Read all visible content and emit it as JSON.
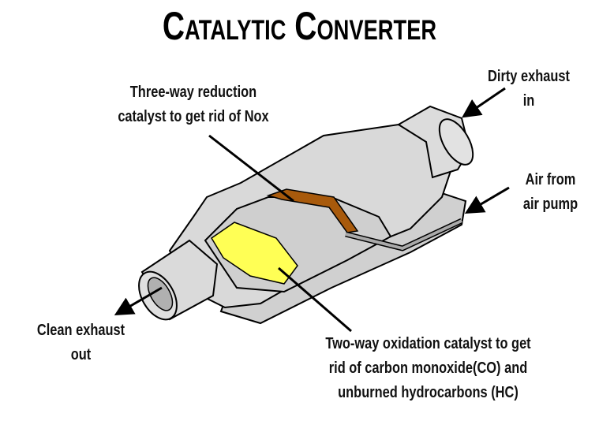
{
  "title": "Catalytic Converter",
  "labels": {
    "three_way": [
      "Three-way reduction",
      "catalyst to get rid of Nox"
    ],
    "dirty": [
      "Dirty exhaust",
      "in"
    ],
    "air": [
      "Air from",
      "air pump"
    ],
    "clean": [
      "Clean exhaust",
      "out"
    ],
    "two_way": [
      "Two-way oxidation catalyst to get",
      "rid of carbon monoxide(CO) and",
      "unburned hydrocarbons (HC)"
    ]
  },
  "colors": {
    "body": "#d9d9d9",
    "reduction_catalyst": "#a85a0c",
    "oxidation_catalyst": "#ffff55",
    "outline": "#000000"
  }
}
